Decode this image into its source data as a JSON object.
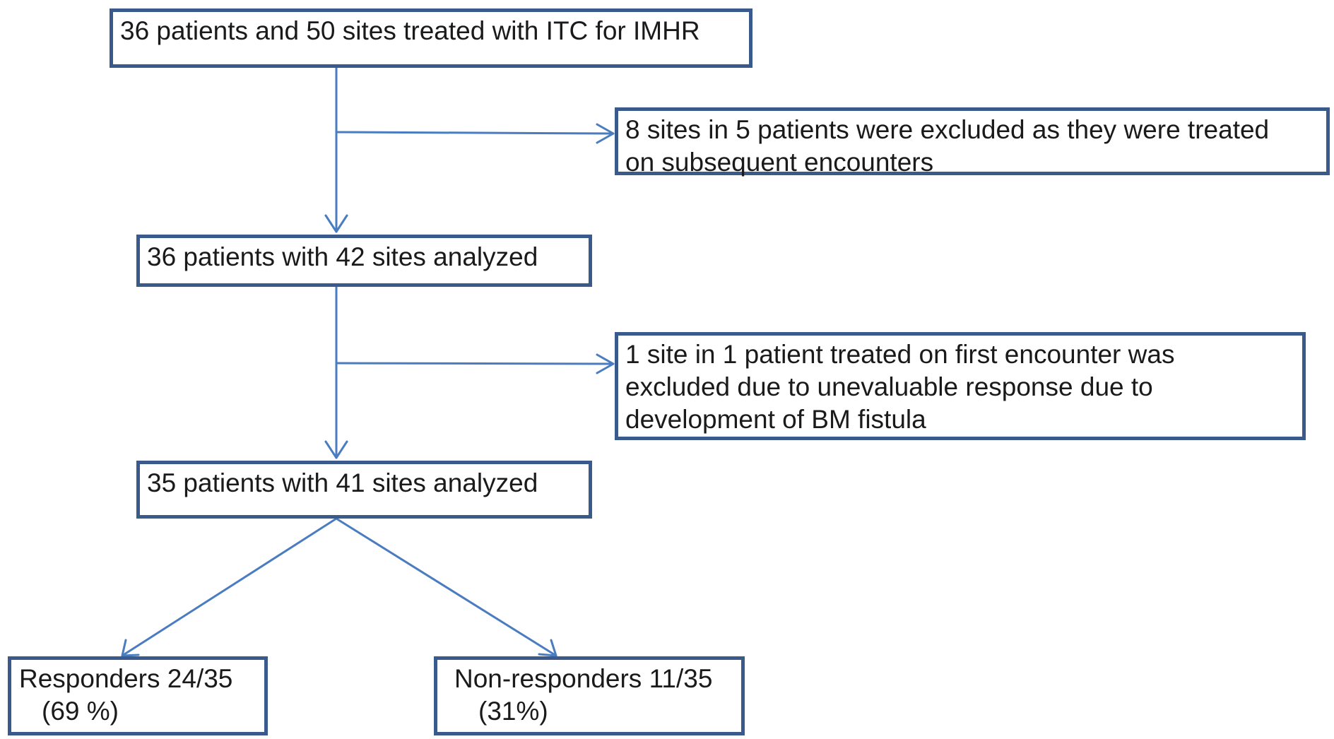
{
  "flowchart": {
    "start": {
      "text": "36 patients and 50 sites treated with ITC for IMHR"
    },
    "exclusion1": {
      "lines": [
        "8 sites in 5 patients were excluded as they were treated",
        "on subsequent encounters"
      ]
    },
    "analyzed1": {
      "text": "36 patients with 42 sites analyzed"
    },
    "exclusion2": {
      "lines": [
        "1 site in 1 patient treated on first encounter was",
        "excluded due to unevaluable response due to",
        "development of BM fistula"
      ]
    },
    "analyzed2": {
      "text": "35 patients with 41 sites analyzed"
    },
    "responders": {
      "lines": [
        "Responders 24/35",
        "(69 %)"
      ]
    },
    "non_responders": {
      "lines": [
        "Non-responders 11/35",
        "(31%)"
      ]
    }
  },
  "colors": {
    "box_border": "#3b5a8c",
    "arrow": "#4a7cc0",
    "text": "#1a1a1a"
  }
}
